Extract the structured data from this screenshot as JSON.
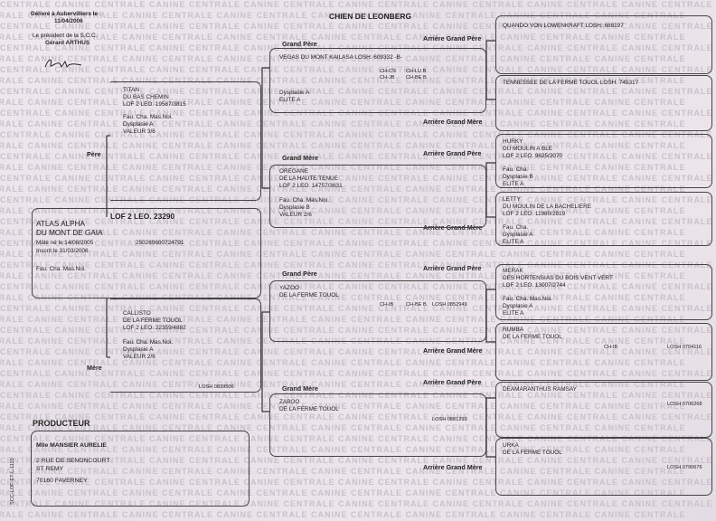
{
  "title": "CHIEN DE LEONBERG",
  "issued": {
    "line1": "Délivré à Aubervilliers le :",
    "date": "11/04/2006",
    "line2": "Le président de la S.C.C.",
    "name": "Gérard ARTHUS"
  },
  "watermark": "CENTRALE CANINE",
  "labels": {
    "grand_pere": "Grand Père",
    "grand_mere": "Grand Mère",
    "arriere_grand_pere": "Arrière Grand Père",
    "arriere_grand_mere": "Arrière Grand Mère",
    "pere": "Père",
    "mere": "Mère",
    "producteur": "PRODUCTEUR"
  },
  "dog": {
    "lof": "LOF 2 LEO. 23290",
    "name1": "ATLAS ALPHA",
    "name2": "DU MONT DE GAIA",
    "born": "Mâle  né le  14/08/2005",
    "chip": "250269600724791",
    "registered": "Inscrit le 31/03/2006",
    "tests": "Fau. Cha. Mas.Noi."
  },
  "father": {
    "name1": "TITAN",
    "name2": "DU BAS CHEMIN",
    "lof": "LOF 2 LEO. 19587/3815",
    "tests": "Fau. Cha. Mas.Noi.",
    "dysplasie": "Dysplasie A",
    "valeur": "VALEUR 3/6"
  },
  "mother": {
    "name1": "CALLISTO",
    "name2": "DE LA FERME TOUOL",
    "lof": "LOF 2 LEO. 22359/4882",
    "tests": "Fau. Cha. Mas.Noi.",
    "dysplasie": "Dysplasie A",
    "valeur": "VALEUR 2/6",
    "losh": "LOSH 0839506"
  },
  "gp_father": {
    "name": "VEGAS DU MONT KAILASA LOSH. 609332 -B-",
    "t1": "CH-CS",
    "t2": "CH-JB",
    "t3": "CH-LU B",
    "t4": "CH-BE B",
    "dysplasie": "Dysplasie A",
    "elite": "ELITE A"
  },
  "gm_father": {
    "name1": "OREGANE",
    "name2": "DE LA HAUTE TENUE",
    "lof": "LOF 2 LEO. 14757/3631",
    "tests": "Fau. Cha. Mas.Noi.",
    "dysplasie": "Dysplasie B",
    "valeur": "VALEUR 2/6"
  },
  "gp_mother": {
    "name1": "YAZOO",
    "name2": "DE LA FERME TOUOL",
    "t1": "CH-IB",
    "t2": "CH-BE B",
    "losh": "LOSH 0852949"
  },
  "gm_mother": {
    "name1": "ZABOO",
    "name2": "DE LA FERME TOUOL",
    "losh": "LOSH 0881293"
  },
  "agp1": {
    "name": "QUANDO VON LOWENKRAFT  LOSH. 688197"
  },
  "agm1": {
    "name": "TENNESSEE DE LA FERME TOUOL LOSH. 745317"
  },
  "agp2": {
    "name1": "HURKY",
    "name2": "DU MOULIN A BLE",
    "lof": "LOF 2 LEO. 9625/2070",
    "tests": "Fau. Cha.",
    "dysplasie": "Dysplasie B",
    "elite": "ELITE A"
  },
  "agm2": {
    "name1": "LETTY",
    "name2": "DU MOULIN DE LA BACHELIERE",
    "lof": "LOF 2 LEO. 11980/2819",
    "tests": "Fau. Cha.",
    "dysplasie": "Dysplasie A",
    "elite": "ELITE A"
  },
  "agp3": {
    "name1": "MERAK",
    "name2": "DES HORTENSIAS DU BOIS VENT VERT",
    "lof": "LOF 2 LEO. 13007/2744",
    "tests": "Fau. Cha. Mas.Noi.",
    "dysplasie": "Dysplasie A",
    "elite": "ELITE A"
  },
  "agm3": {
    "name1": "RUMBA",
    "name2": "DE LA FERME TOUOL",
    "t1": "CH-IB",
    "losh": "LOSH 0704116"
  },
  "agp4": {
    "name": "DEAMARANTHUS RAMSAY",
    "losh": "LOSH 0706268"
  },
  "agm4": {
    "name1": "URKA",
    "name2": "DE LA FERME TOUOL",
    "losh": "LOSH 0790676"
  },
  "breeder": {
    "name": "Mlle MANSIER AURELIE",
    "addr1": "2 RUE DE SENONCOURT",
    "addr2": "ST REMY",
    "addr3": "70160 FAVERNEY"
  },
  "side_code": "SCC-LOF-ET-L-1110"
}
